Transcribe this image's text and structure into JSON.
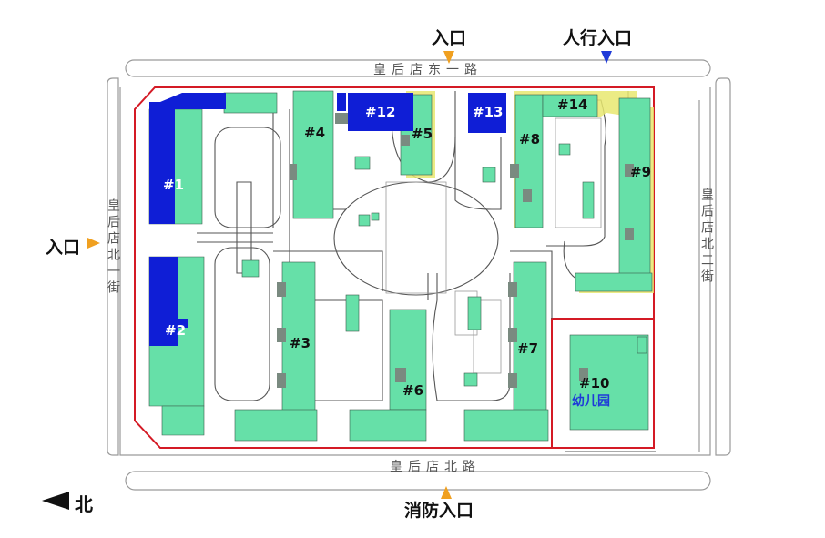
{
  "roads": {
    "top": "皇后店东一路",
    "bottom": "皇后店北路",
    "left": "皇后店北一街",
    "right": "皇后店北二街"
  },
  "entrances": {
    "top": "入口",
    "pedestrian": "人行入口",
    "left": "入口",
    "fire": "消防入口"
  },
  "compass": {
    "label": "北"
  },
  "buildings": {
    "b1": "#1",
    "b2": "#2",
    "b3": "#3",
    "b4": "#4",
    "b5": "#5",
    "b6": "#6",
    "b7": "#7",
    "b8": "#8",
    "b9": "#9",
    "b10": "#10",
    "b12": "#12",
    "b13": "#13",
    "b14": "#14"
  },
  "kindergarten": "幼儿园",
  "colors": {
    "green": "#66e0a8",
    "blue": "#0f1ed6",
    "red": "#d41a25",
    "yellow": "#e8e870",
    "orange_arrow": "#f0a020",
    "blue_arrow": "#1f3ad8",
    "line": "#8a8a8a"
  }
}
